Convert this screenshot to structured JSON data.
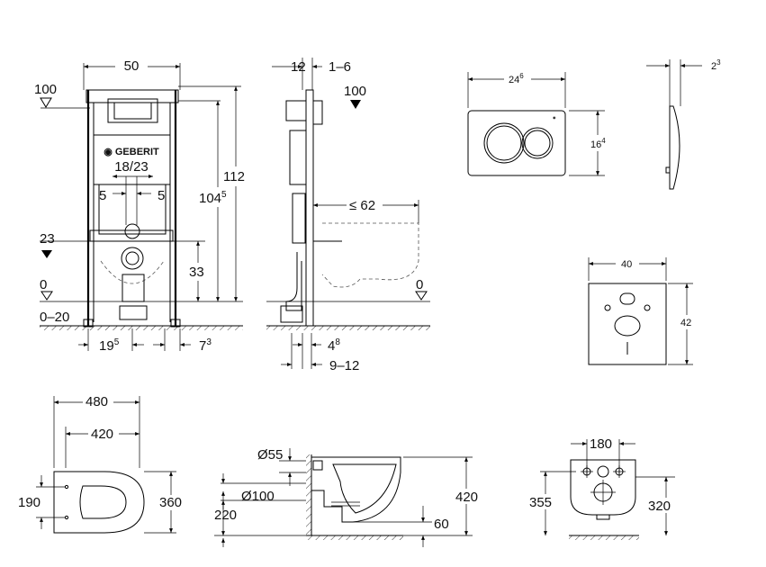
{
  "frame": {
    "width": "50",
    "ceiling_marker": "100",
    "height_total": "112",
    "height_frame": "104",
    "height_frame_sup": "5",
    "connection_spacing": "18/23",
    "offset_left": "5",
    "offset_right": "5",
    "level_marker": "23",
    "drain_height": "33",
    "floor_marker": "0",
    "floor_range": "0–20",
    "bottom_left": "19",
    "bottom_left_sup": "5",
    "bottom_right": "7",
    "bottom_right_sup": "3"
  },
  "side": {
    "top_dim": "12",
    "top_range": "1–6",
    "ceiling_marker": "100",
    "bowl_depth": "≤ 62",
    "floor_marker": "0",
    "bottom_dim": "4",
    "bottom_dim_sup": "8",
    "wall_range": "9–12"
  },
  "flush_plate": {
    "width": "24",
    "width_sup": "6",
    "height": "16",
    "height_sup": "4",
    "depth": "2",
    "depth_sup": "3"
  },
  "wall_plate": {
    "width": "40",
    "height": "42"
  },
  "toilet_top": {
    "width": "480",
    "inner_width": "420",
    "hole_spacing": "190",
    "depth": "360"
  },
  "toilet_side": {
    "flush_diameter": "Ø55",
    "drain_diameter": "Ø100",
    "drain_height": "220",
    "height": "420",
    "outlet": "60"
  },
  "toilet_front": {
    "hole_spacing": "180",
    "height_left": "355",
    "height_right": "320"
  }
}
